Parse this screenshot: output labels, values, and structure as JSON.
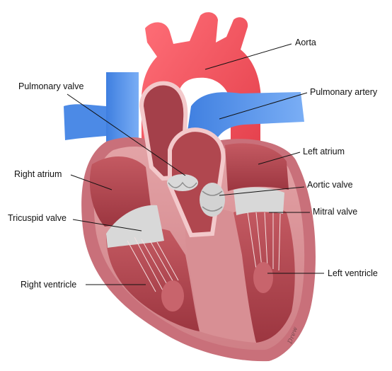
{
  "diagram": {
    "labels": {
      "aorta": "Aorta",
      "pulmonary_valve": "Pulmonary valve",
      "pulmonary_artery": "Pulmonary artery",
      "left_atrium": "Left atrium",
      "right_atrium": "Right atrium",
      "aortic_valve": "Aortic valve",
      "mitral_valve": "Mitral valve",
      "tricuspid_valve": "Tricuspid valve",
      "right_ventricle": "Right ventricle",
      "left_ventricle": "Left ventricle"
    },
    "signature": "Drew",
    "colors": {
      "aorta": "#f2545f",
      "vein_blue": "#4f8ee8",
      "muscle_outer": "#c9707a",
      "muscle_inner": "#e6a5a7",
      "chamber": "#b4474f",
      "valve": "#d5d5d5"
    }
  }
}
